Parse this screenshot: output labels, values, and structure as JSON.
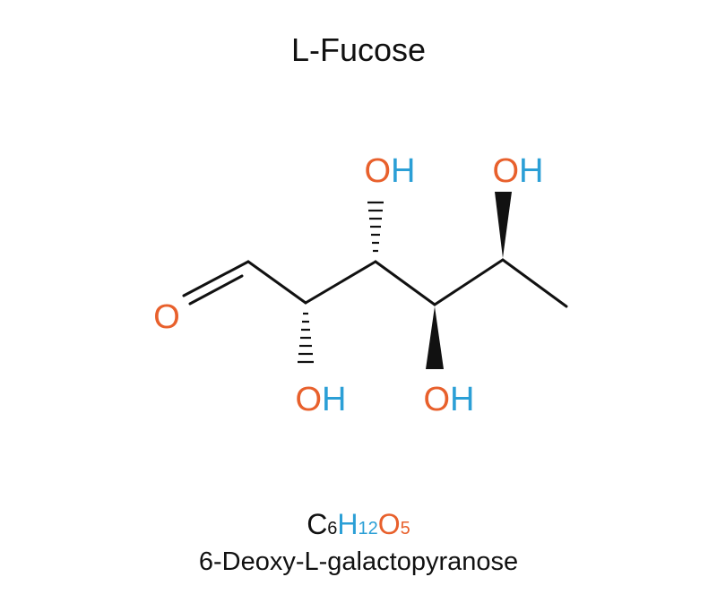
{
  "title": "L-Fucose",
  "colors": {
    "oxygen": "#e8602c",
    "hydrogen": "#2b9fd6",
    "carbon": "#111111",
    "bond": "#111111"
  },
  "atoms": {
    "aldehyde_o": "O",
    "oh_c2": {
      "o": "O",
      "h": "H"
    },
    "oh_c3": {
      "o": "O",
      "h": "H"
    },
    "oh_c4": {
      "o": "O",
      "h": "H"
    },
    "oh_c5": {
      "o": "O",
      "h": "H"
    }
  },
  "formula": {
    "c": "C",
    "c_n": "6",
    "h": "H",
    "h_n": "12",
    "o": "O",
    "o_n": "5"
  },
  "synonym": "6-Deoxy-L-galactopyranose"
}
